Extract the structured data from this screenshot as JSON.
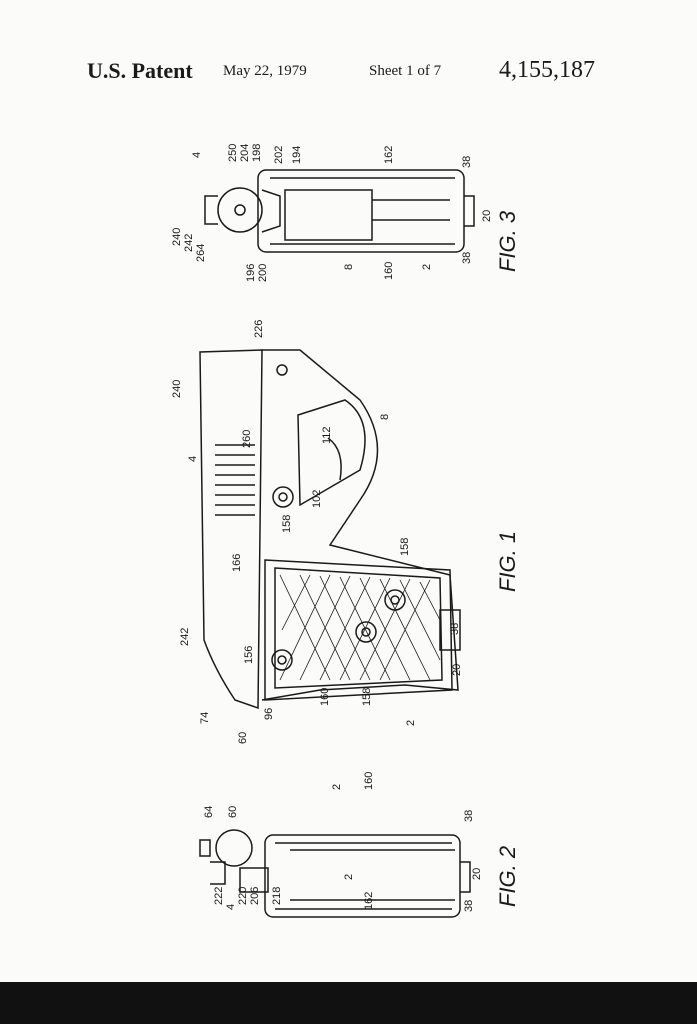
{
  "header": {
    "patent_label": "U.S. Patent",
    "date": "May 22, 1979",
    "sheet": "Sheet 1 of 7",
    "patent_number": "4,155,187"
  },
  "figures": {
    "fig1": {
      "caption": "FIG. 1",
      "refs": {
        "r4": "4",
        "r240": "240",
        "r226": "226",
        "r260": "260",
        "r112": "112",
        "r8": "8",
        "r102": "102",
        "r158a": "158",
        "r158b": "158",
        "r158c": "158",
        "r166": "166",
        "r242": "242",
        "r156": "156",
        "r74": "74",
        "r60": "60",
        "r96": "96",
        "r160": "160",
        "r2": "2",
        "r20": "20",
        "r38": "38"
      }
    },
    "fig2": {
      "caption": "FIG. 2",
      "refs": {
        "r64": "64",
        "r60": "60",
        "r2a": "2",
        "r160": "160",
        "r2b": "2",
        "r222": "222",
        "r4": "4",
        "r220": "220",
        "r206": "206",
        "r218": "218",
        "r162": "162",
        "r38a": "38",
        "r20": "20",
        "r38b": "38"
      }
    },
    "fig3": {
      "caption": "FIG. 3",
      "refs": {
        "r4": "4",
        "r250": "250",
        "r204": "204",
        "r198": "198",
        "r202": "202",
        "r194": "194",
        "r162": "162",
        "r38a": "38",
        "r240": "240",
        "r242": "242",
        "r264": "264",
        "r196": "196",
        "r200": "200",
        "r8": "8",
        "r160": "160",
        "r2": "2",
        "r38b": "38",
        "r20": "20"
      }
    }
  }
}
